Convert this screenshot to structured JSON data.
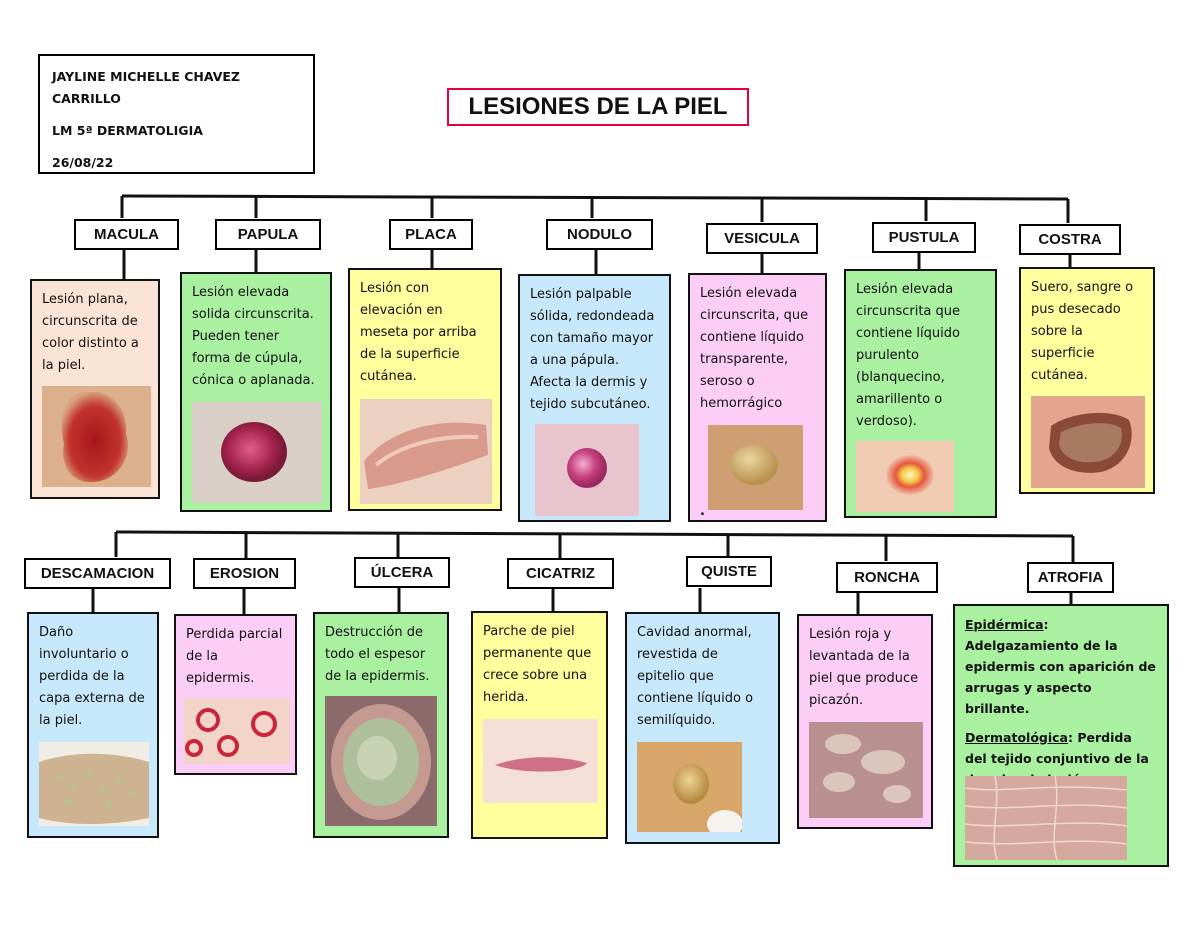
{
  "info": {
    "name_line1": "JAYLINE MICHELLE CHAVEZ",
    "name_line2": "CARRILLO",
    "course": "LM 5ª DERMATOLIGIA",
    "date": "26/08/22"
  },
  "title": "LESIONES DE LA PIEL",
  "colors": {
    "title_border": "#e8003a",
    "peach": "#fbe4d5",
    "green": "#a9f0a0",
    "yellow": "#ffff9e",
    "blue": "#c7e8fb",
    "pink": "#fccdf6"
  },
  "row1": [
    {
      "label": "MACULA",
      "desc": "Lesión plana, circunscrita de color distinto a la piel.",
      "photo": "macula-photo"
    },
    {
      "label": "PAPULA",
      "desc": "Lesión elevada solida circunscrita. Pueden tener forma de cúpula, cónica o aplanada.",
      "photo": "papula-photo"
    },
    {
      "label": "PLACA",
      "desc": "Lesión con elevación en meseta por arriba de la superficie cutánea.",
      "photo": "placa-photo"
    },
    {
      "label": "NODULO",
      "desc": "Lesión palpable sólida, redondeada con tamaño mayor a una pápula. Afecta la dermis y tejido subcutáneo.",
      "photo": "nodulo-photo"
    },
    {
      "label": "VESICULA",
      "desc": "Lesión elevada circunscrita, que contiene líquido transparente, seroso o hemorrágico",
      "photo": "vesicula-photo",
      "dot": "."
    },
    {
      "label": "PUSTULA",
      "desc": "Lesión elevada circunscrita que contiene líquido purulento (blanquecino, amarillento o verdoso).",
      "photo": "pustula-photo"
    },
    {
      "label": "COSTRA",
      "desc": "Suero, sangre o pus desecado sobre la superficie cutánea.",
      "photo": "costra-photo"
    }
  ],
  "row2": [
    {
      "label": "DESCAMACION",
      "desc": "Daño involuntario o perdida de la capa externa de la piel.",
      "photo": "descamacion-photo"
    },
    {
      "label": "EROSION",
      "desc": "Perdida parcial de la epidermis.",
      "photo": "erosion-photo"
    },
    {
      "label": "ÚLCERA",
      "desc": "Destrucción de todo el espesor de la epidermis.",
      "photo": "ulcera-photo"
    },
    {
      "label": "CICATRIZ",
      "desc": "Parche de piel permanente que crece sobre una herida.",
      "photo": "cicatriz-photo"
    },
    {
      "label": "QUISTE",
      "desc": "Cavidad anormal, revestida de epitelio que contiene líquido o semilíquido.",
      "photo": "quiste-photo"
    },
    {
      "label": "RONCHA",
      "desc": "Lesión roja y levantada de la piel que produce picazón.",
      "photo": "roncha-photo"
    },
    {
      "label": "ATROFIA"
    }
  ],
  "atrofia": {
    "epi_term": "Epidérmica",
    "epi_text": ": Adelgazamiento de la epidermis con aparición de arrugas y aspecto brillante.",
    "derm_term": "Dermatológica",
    "derm_text": ": Perdida del tejido conjuntivo de la dermis y la lesión se encuentra deprimida."
  }
}
